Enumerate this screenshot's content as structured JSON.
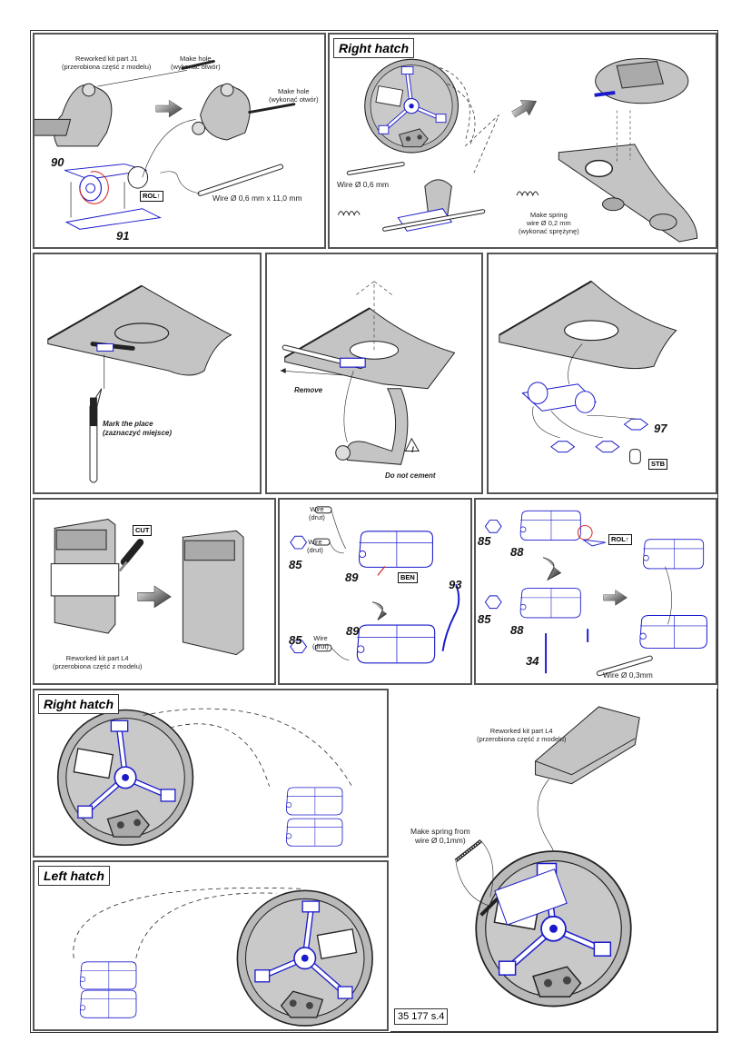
{
  "page": {
    "page_number": "35 177 s.4",
    "colors": {
      "part_blue": "#1a1acc",
      "part_gray": "#c4c4c4",
      "accent_red": "#d81e1e",
      "frame": "#555555"
    }
  },
  "panels": {
    "p1": {
      "reworked_label": "Reworked kit part J1",
      "reworked_sub": "(przerobiona część z modelu)",
      "make_hole_1": "Make hole",
      "make_hole_1_sub": "(wykonać otwór)",
      "make_hole_2": "Make hole",
      "make_hole_2_sub": "(wykonać otwór)",
      "part_90": "90",
      "part_91": "91",
      "rol_tag": "ROL",
      "wire_label": "Wire Ø 0,6 mm x 11,0 mm"
    },
    "p2": {
      "title": "Right  hatch",
      "wire_label": "Wire Ø 0,6 mm",
      "spring_l1": "Make spring",
      "spring_l2": "wire Ø 0,2 mm",
      "spring_l3": "(wykonać sprężynę)"
    },
    "p3": {
      "mark_l1": "Mark the place",
      "mark_l2": "(zaznaczyć miejsce)"
    },
    "p4": {
      "remove_label": "Remove",
      "warning_symbol": "!",
      "no_cement_label": "Do not cement"
    },
    "p5": {
      "part_97": "97",
      "stb_tag": "STB"
    },
    "p6": {
      "cut_tag": "CUT",
      "reworked_label": "Reworked kit part L4",
      "reworked_sub": "(przerobiona część z modelu)"
    },
    "p7": {
      "wire_1": "Wire",
      "wire_1_sub": "(drut)",
      "wire_2": "Wire",
      "wire_2_sub": "(drut)",
      "wire_3": "Wire",
      "wire_3_sub": "(drut)",
      "part_85_a": "85",
      "part_89_a": "89",
      "ben_tag": "BEN",
      "part_93": "93",
      "part_85_b": "85",
      "part_89_b": "89"
    },
    "p8": {
      "part_85_a": "85",
      "part_88_a": "88",
      "rol_tag": "ROL",
      "part_85_b": "85",
      "part_88_b": "88",
      "part_34": "34",
      "wire_label": "Wire  Ø 0,3mm"
    },
    "p9": {
      "title": "Right  hatch"
    },
    "p10": {
      "title": "Left hatch"
    },
    "p11": {
      "reworked_label": "Reworked kit part L4",
      "reworked_sub": "(przerobiona część z modelu)",
      "spring_l1": "Make spring from",
      "spring_l2": "wire Ø 0,1mm)"
    }
  }
}
